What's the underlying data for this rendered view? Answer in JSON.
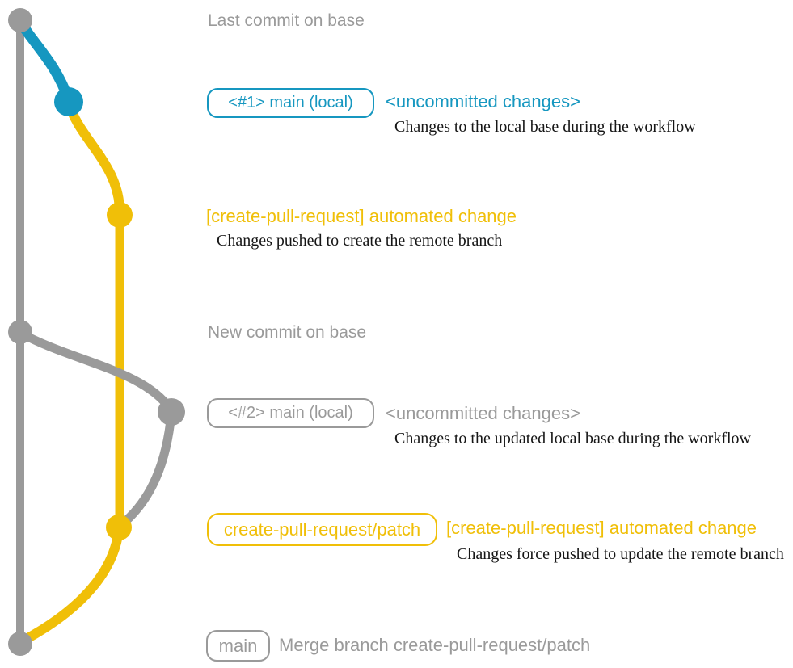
{
  "colors": {
    "gray": "#9a9a9a",
    "teal": "#1697c0",
    "yellow": "#f0bf08",
    "ink": "#161616"
  },
  "rows": {
    "last_commit": {
      "label": "Last commit on base"
    },
    "local1": {
      "pill": "<#1> main (local)",
      "tag": "<uncommitted changes>",
      "note": "Changes to the local base during the workflow"
    },
    "push1": {
      "title": "[create-pull-request] automated change",
      "note": "Changes pushed to create the remote branch"
    },
    "new_commit": {
      "label": "New commit on base"
    },
    "local2": {
      "pill": "<#2> main (local)",
      "tag": "<uncommitted changes>",
      "note": "Changes to the updated local base during the workflow"
    },
    "push2": {
      "pill": "create-pull-request/patch",
      "title": "[create-pull-request] automated change",
      "note": "Changes force pushed to update the remote branch"
    },
    "merge": {
      "pill": "main",
      "label": "Merge branch create-pull-request/patch"
    }
  }
}
